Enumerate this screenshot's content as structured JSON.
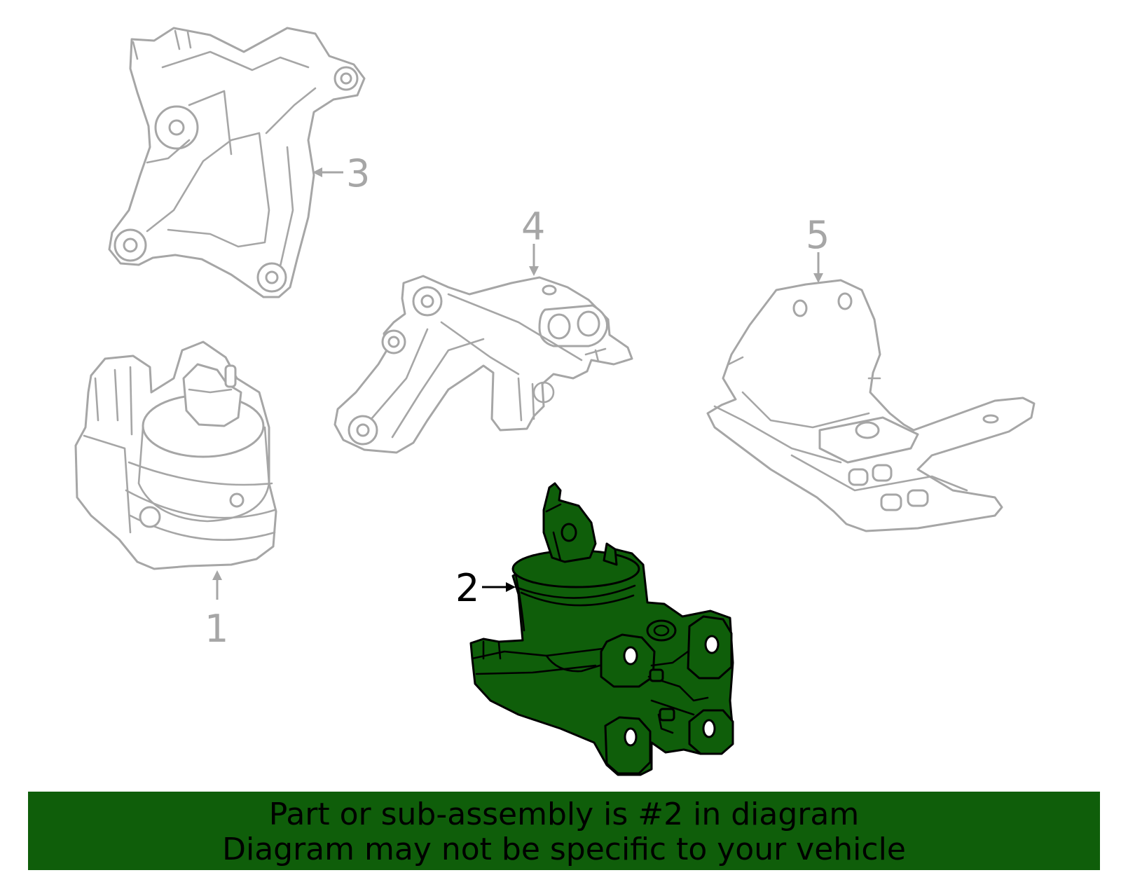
{
  "colors": {
    "highlight": "#0f5e0a",
    "ghost_stroke": "#a6a6a6",
    "banner_bg": "#0f5e0a",
    "banner_text": "#000000"
  },
  "parts": [
    {
      "number": "1",
      "name": "mount-1",
      "highlighted": false
    },
    {
      "number": "2",
      "name": "mount-2",
      "highlighted": true
    },
    {
      "number": "3",
      "name": "bracket-3",
      "highlighted": false
    },
    {
      "number": "4",
      "name": "bracket-4",
      "highlighted": false
    },
    {
      "number": "5",
      "name": "bracket-5",
      "highlighted": false
    }
  ],
  "banner": {
    "line1": "Part or sub-assembly is #2 in diagram",
    "line2": "Diagram may not be specific to your vehicle"
  }
}
